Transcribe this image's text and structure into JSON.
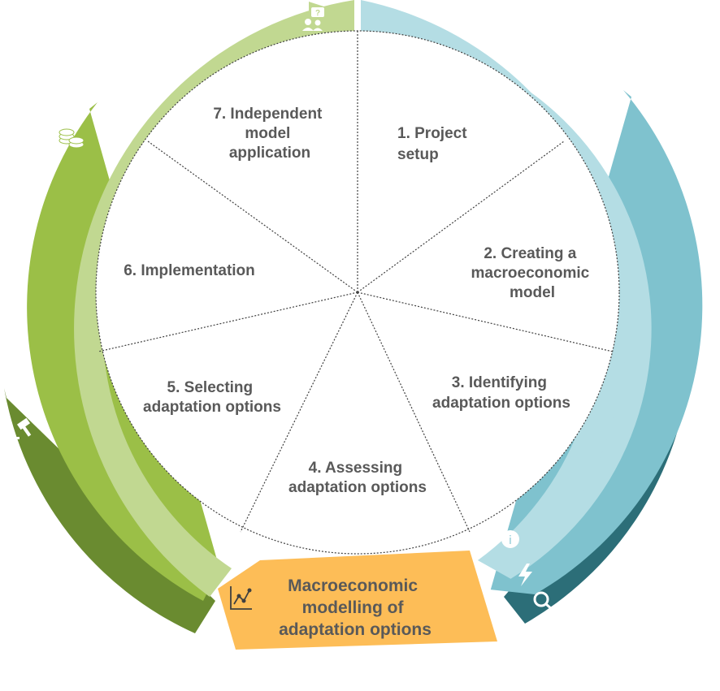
{
  "segments": [
    {
      "id": "1",
      "lines": [
        "1. Project",
        "setup"
      ]
    },
    {
      "id": "2",
      "lines": [
        "2. Creating a",
        "macroeconomic",
        "model"
      ]
    },
    {
      "id": "3",
      "lines": [
        "3. Identifying",
        "adaptation options"
      ]
    },
    {
      "id": "4",
      "lines": [
        "4. Assessing",
        "adaptation options"
      ]
    },
    {
      "id": "5",
      "lines": [
        "5. Selecting",
        "adaptation options"
      ]
    },
    {
      "id": "6",
      "lines": [
        "6. Implementation"
      ]
    },
    {
      "id": "7",
      "lines": [
        "7. Independent",
        "model",
        "application"
      ]
    }
  ],
  "center_box": {
    "lines": [
      "Macroeconomic",
      "modelling of",
      "adaptation options"
    ]
  },
  "colors": {
    "text": "#595959",
    "center_box": "#FDBD57",
    "blue_light": "#B4DDE4",
    "blue_mid": "#7FC2CE",
    "blue_dark": "#2C6E78",
    "green_light": "#C1D891",
    "green_mid": "#9BBF47",
    "green_dark": "#6A8B30"
  },
  "icons": [
    "question-people-icon",
    "coins-icon",
    "gavel-icon",
    "info-icon",
    "lightning-icon",
    "magnifier-icon",
    "line-chart-icon"
  ]
}
